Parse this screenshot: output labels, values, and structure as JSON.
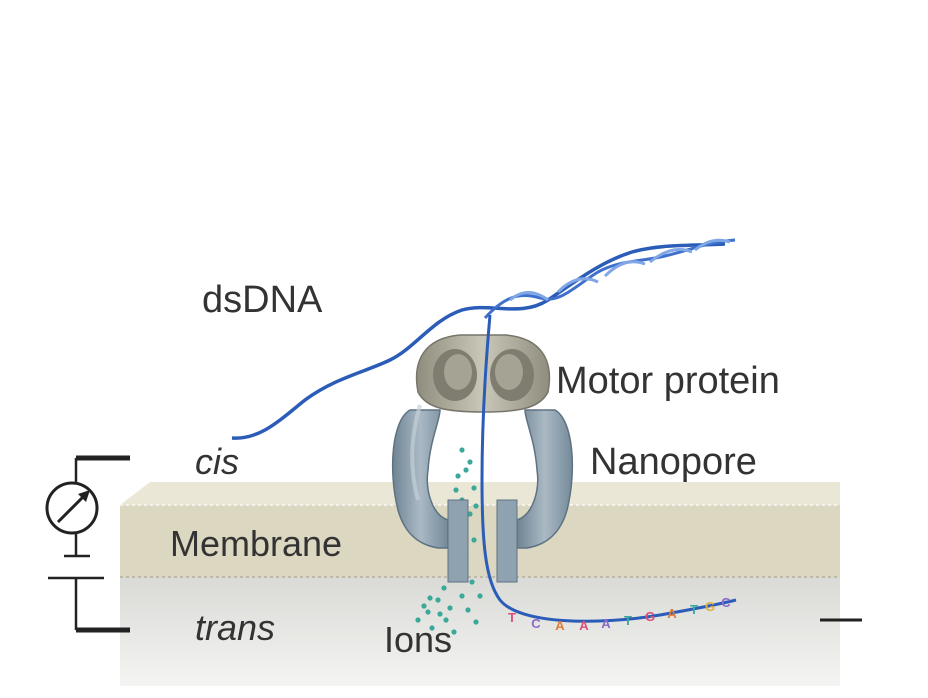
{
  "labels": {
    "dsdna": "dsDNA",
    "motor_protein": "Motor protein",
    "cis": "cis",
    "nanopore": "Nanopore",
    "membrane": "Membrane",
    "trans": "trans",
    "ions": "Ions"
  },
  "colors": {
    "dna_blue": "#2b5cb8",
    "dna_light": "#8ab0e8",
    "membrane_top": "#e6e1cf",
    "membrane_body": "#d8d3bd",
    "trans_region": "#c9c9c7",
    "pore_body": "#8c9eab",
    "motor": "#a8a696",
    "ion_teal": "#3aa99a",
    "label_text": "#333333"
  },
  "bases": [
    {
      "letter": "T",
      "color": "#d9517a"
    },
    {
      "letter": "C",
      "color": "#8a6bc8"
    },
    {
      "letter": "A",
      "color": "#e07a3a"
    },
    {
      "letter": "A",
      "color": "#d9517a"
    },
    {
      "letter": "A",
      "color": "#8a6bc8"
    },
    {
      "letter": "T",
      "color": "#3aa99a"
    },
    {
      "letter": "G",
      "color": "#d9517a"
    },
    {
      "letter": "A",
      "color": "#e07a3a"
    },
    {
      "letter": "T",
      "color": "#3aa99a"
    },
    {
      "letter": "G",
      "color": "#e0b040"
    },
    {
      "letter": "C",
      "color": "#8a6bc8"
    }
  ]
}
